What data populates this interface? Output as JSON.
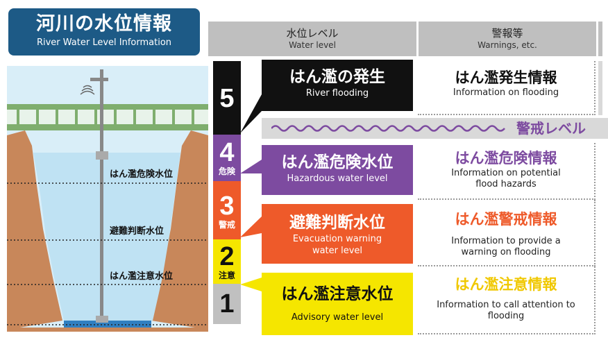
{
  "title": {
    "jp": "河川の水位情報",
    "en": "River Water Level Information"
  },
  "header": {
    "water_level": {
      "jp": "水位レベル",
      "en": "Water level"
    },
    "warnings": {
      "jp": "警報等",
      "en": "Warnings, etc."
    }
  },
  "river_labels": {
    "hazard": "はん濫危険水位",
    "evacuation": "避難判断水位",
    "advisory": "はん濫注意水位"
  },
  "levels": [
    {
      "number": "5",
      "sub": "",
      "color": "#111111",
      "box_jp": "はん濫の発生",
      "box_en": "River flooding",
      "warn_jp": "はん濫発生情報",
      "warn_en": "Information on flooding",
      "warn_color": "#111111"
    },
    {
      "number": "4",
      "sub": "危険",
      "color": "#7d4ba0",
      "box_jp": "はん濫危険水位",
      "box_en": "Hazardous water level",
      "warn_jp": "はん濫危険情報",
      "warn_en": "Information on potential flood hazards",
      "warn_color": "#7d4ba0"
    },
    {
      "number": "3",
      "sub": "警戒",
      "color": "#ee5a2a",
      "box_jp": "避難判断水位",
      "box_en": "Evacuation warning water level",
      "warn_jp": "はん濫警戒情報",
      "warn_en": "Information to provide a warning on flooding",
      "warn_color": "#ee5a2a"
    },
    {
      "number": "2",
      "sub": "注意",
      "color": "#f5e600",
      "box_jp": "はん濫注意水位",
      "box_en": "Advisory water level",
      "warn_jp": "はん濫注意情報",
      "warn_en": "Information to call attention to flooding",
      "warn_color": "#f0c800"
    },
    {
      "number": "1",
      "sub": "",
      "color": "#c0c0c0"
    }
  ],
  "alert_level_banner": "警戒レベル"
}
